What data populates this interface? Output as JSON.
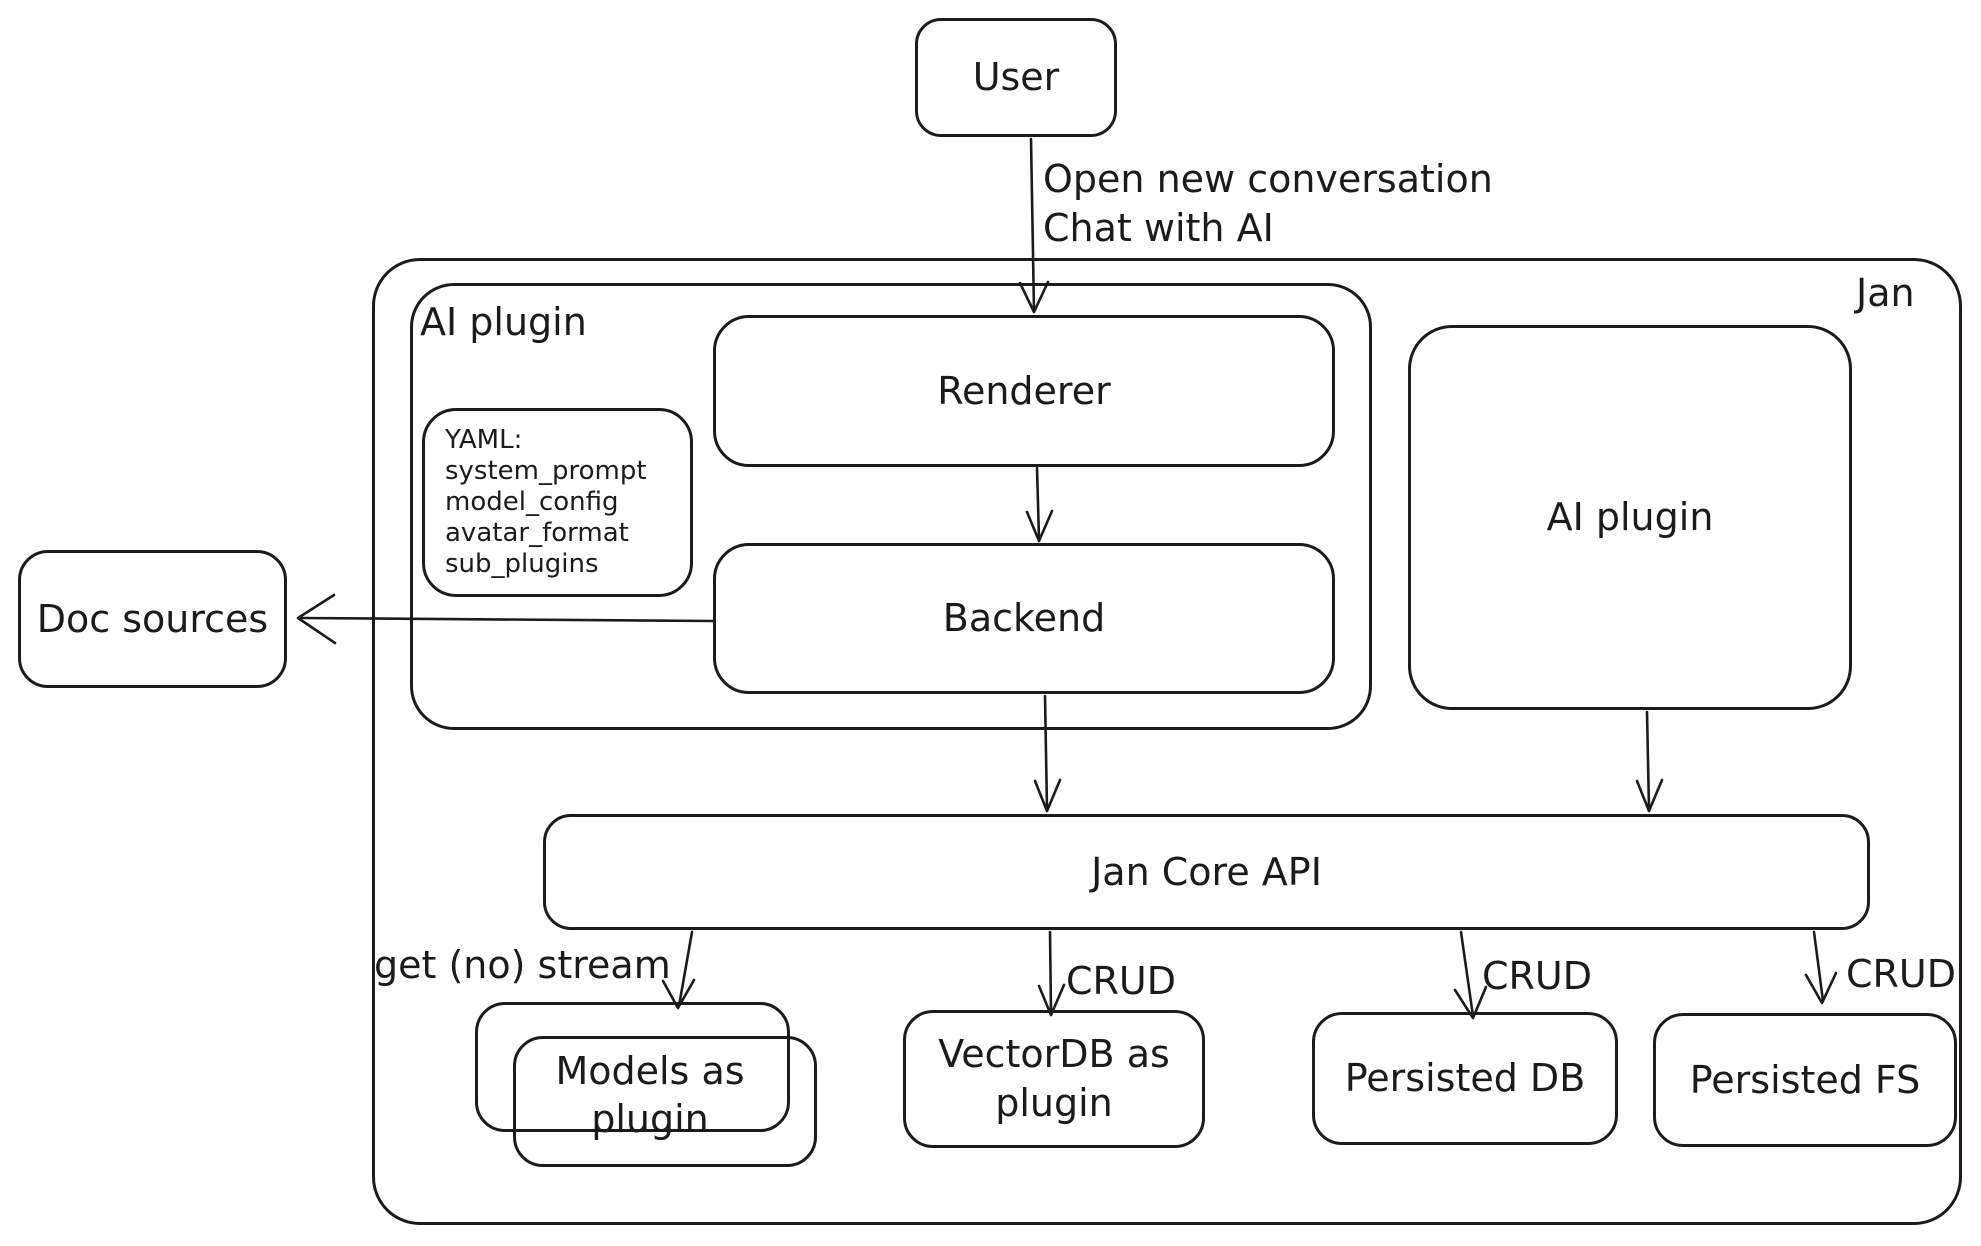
{
  "canvas": {
    "background": "#ffffff",
    "stroke_color": "#1b1b1b"
  },
  "container": {
    "label": "Jan"
  },
  "nodes": {
    "user": {
      "label": "User"
    },
    "ai_plugin_group": {
      "label": "AI plugin"
    },
    "renderer": {
      "label": "Renderer"
    },
    "backend": {
      "label": "Backend"
    },
    "yaml_note": {
      "title": "YAML:",
      "lines": [
        "system_prompt",
        "model_config",
        "avatar_format",
        "sub_plugins"
      ]
    },
    "ai_plugin_right": {
      "label": "AI plugin"
    },
    "doc_sources": {
      "label": "Doc sources"
    },
    "jan_core_api": {
      "label": "Jan Core API"
    },
    "models_plugin": {
      "label": "Models as plugin"
    },
    "vectordb_plugin": {
      "label": "VectorDB as plugin"
    },
    "persisted_db": {
      "label": "Persisted DB"
    },
    "persisted_fs": {
      "label": "Persisted FS"
    }
  },
  "edges": {
    "user_to_renderer": {
      "from": "user",
      "to": "renderer",
      "label_lines": [
        "Open new conversation",
        "Chat with AI"
      ]
    },
    "renderer_to_backend": {
      "from": "renderer",
      "to": "backend"
    },
    "backend_to_doc_sources": {
      "from": "backend",
      "to": "doc_sources"
    },
    "backend_to_jan_core_api": {
      "from": "backend",
      "to": "jan_core_api"
    },
    "ai_plugin_right_to_jan_core_api": {
      "from": "ai_plugin_right",
      "to": "jan_core_api"
    },
    "jan_core_api_to_models": {
      "from": "jan_core_api",
      "to": "models_plugin",
      "label": "get (no) stream"
    },
    "jan_core_api_to_vectordb": {
      "from": "jan_core_api",
      "to": "vectordb_plugin",
      "label": "CRUD"
    },
    "jan_core_api_to_persisted_db": {
      "from": "jan_core_api",
      "to": "persisted_db",
      "label": "CRUD"
    },
    "jan_core_api_to_persisted_fs": {
      "from": "jan_core_api",
      "to": "persisted_fs",
      "label": "CRUD"
    }
  }
}
